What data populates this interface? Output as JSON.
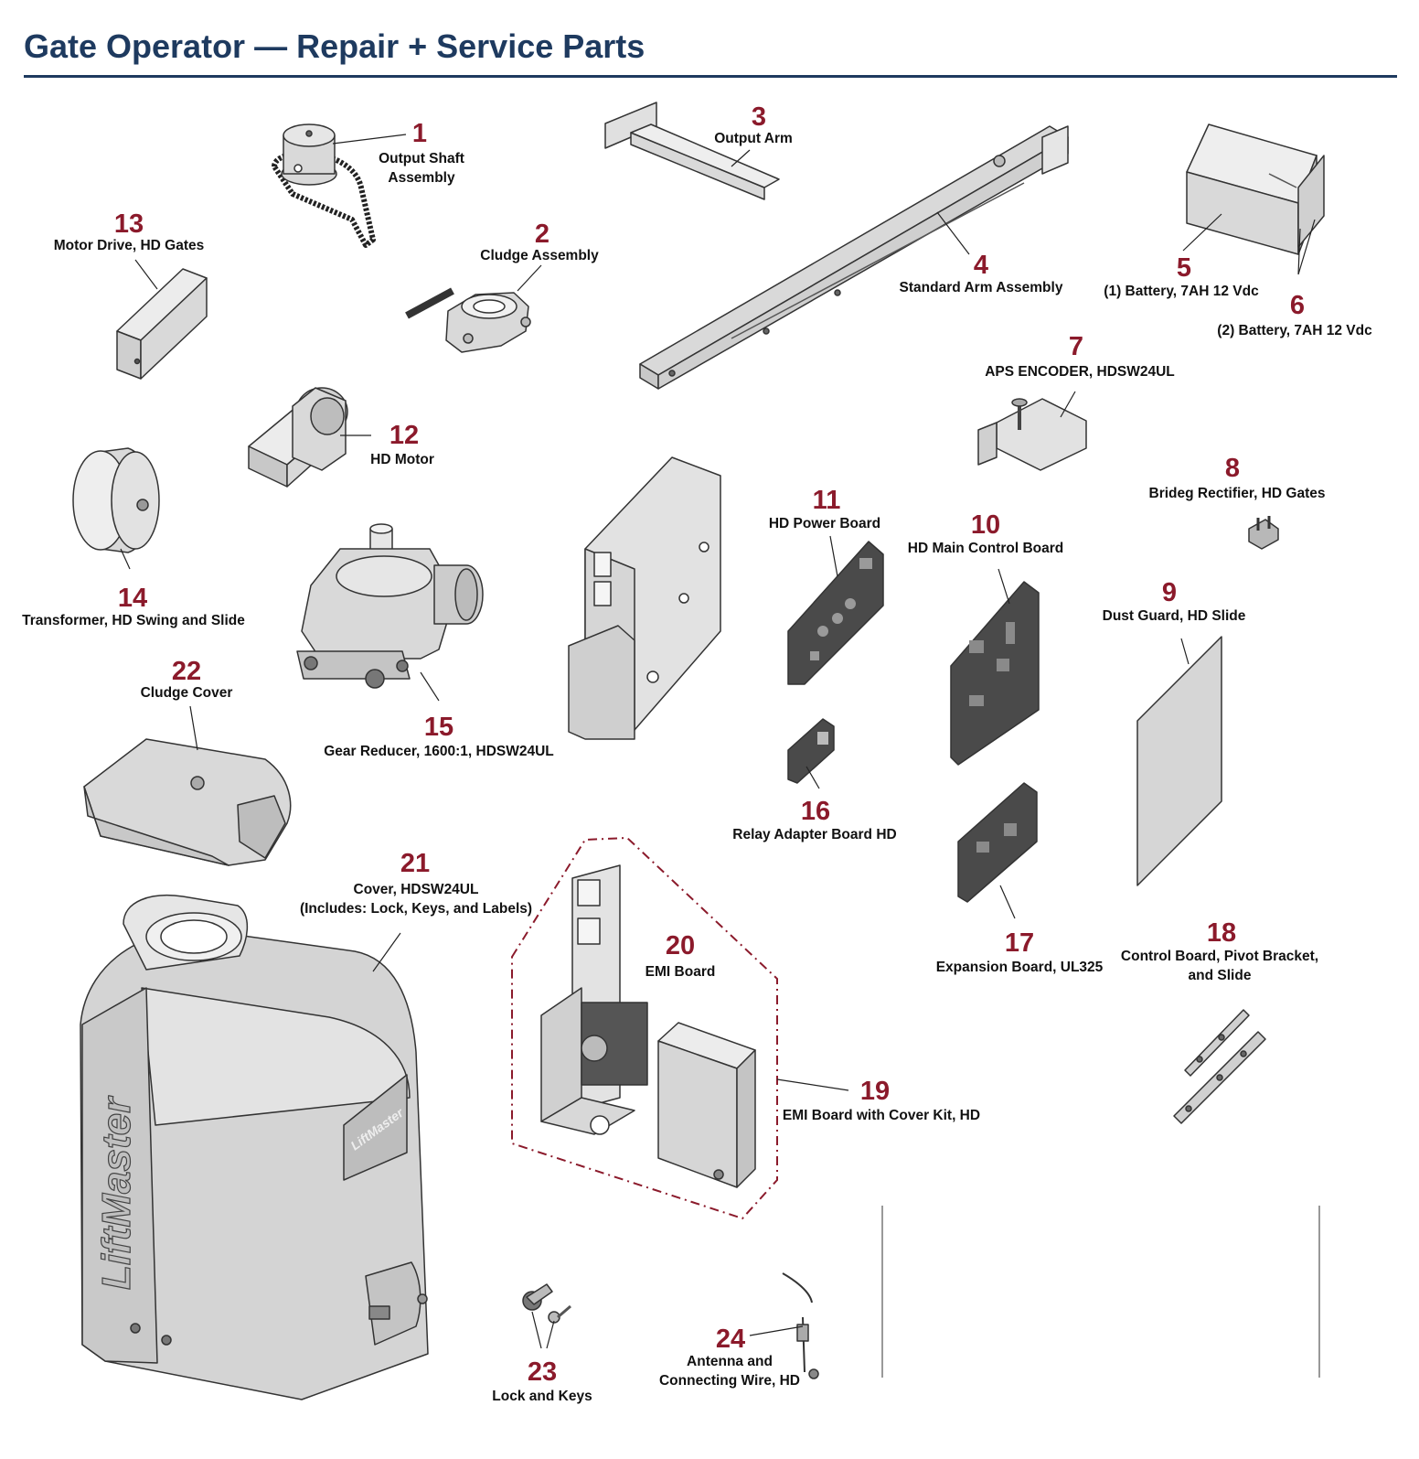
{
  "title": "Gate Operator — Repair + Service Parts",
  "colors": {
    "title": "#1e3a5f",
    "callout_number": "#8b1a2b",
    "part_fill": "#d9d9d9",
    "outline": "#333333",
    "kit_border": "#8b1a2b"
  },
  "parts": [
    {
      "number": "1",
      "label": "Output Shaft\nAssembly"
    },
    {
      "number": "2",
      "label": "Cludge Assembly"
    },
    {
      "number": "3",
      "label": "Output Arm"
    },
    {
      "number": "4",
      "label": "Standard Arm Assembly"
    },
    {
      "number": "5",
      "label": "(1) Battery, 7AH 12 Vdc"
    },
    {
      "number": "6",
      "label": "(2) Battery, 7AH 12 Vdc"
    },
    {
      "number": "7",
      "label": "APS ENCODER, HDSW24UL"
    },
    {
      "number": "8",
      "label": "Brideg Rectifier, HD Gates"
    },
    {
      "number": "9",
      "label": "Dust Guard, HD Slide"
    },
    {
      "number": "10",
      "label": "HD Main Control Board"
    },
    {
      "number": "11",
      "label": "HD Power Board"
    },
    {
      "number": "12",
      "label": "HD Motor"
    },
    {
      "number": "13",
      "label": "Motor Drive, HD Gates"
    },
    {
      "number": "14",
      "label": "Transformer, HD Swing and Slide"
    },
    {
      "number": "15",
      "label": "Gear Reducer, 1600:1, HDSW24UL"
    },
    {
      "number": "16",
      "label": "Relay Adapter Board HD"
    },
    {
      "number": "17",
      "label": "Expansion Board, UL325"
    },
    {
      "number": "18",
      "label": "Control Board, Pivot Bracket,\nand Slide"
    },
    {
      "number": "19",
      "label": "EMI Board with Cover Kit, HD"
    },
    {
      "number": "20",
      "label": "EMI Board"
    },
    {
      "number": "21",
      "label": "Cover, HDSW24UL\n(Includes: Lock, Keys, and Labels)"
    },
    {
      "number": "22",
      "label": "Cludge Cover"
    },
    {
      "number": "23",
      "label": "Lock and Keys"
    },
    {
      "number": "24",
      "label": "Antenna and\nConnecting Wire, HD"
    }
  ],
  "brand_text": "LiftMaster"
}
